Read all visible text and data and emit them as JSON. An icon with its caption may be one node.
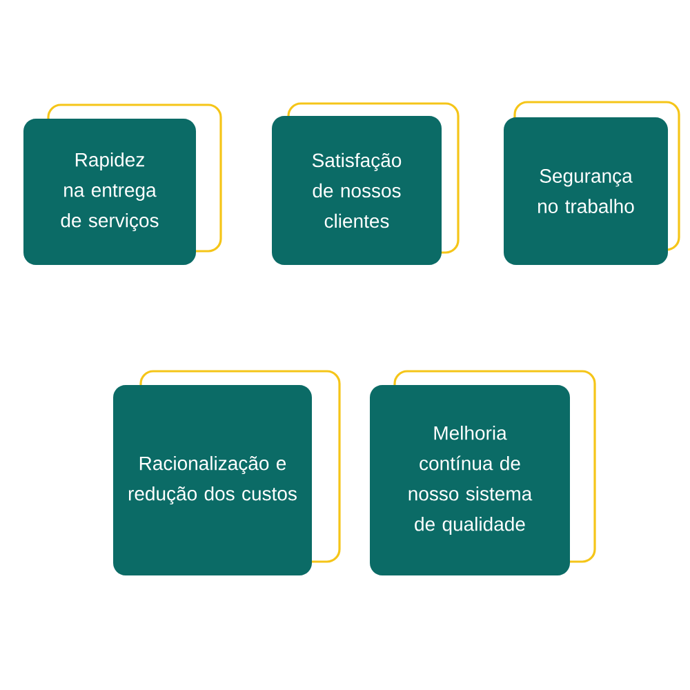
{
  "diagram": {
    "nodes": [
      {
        "text": [
          "Rapidez na entrega de serviços"
        ]
      },
      {
        "text": [
          "Satisfação de nossos clientes"
        ]
      },
      {
        "text": [
          "Segurança no trabalho"
        ]
      },
      {
        "text": [
          "Racionalização e redução dos custos"
        ]
      },
      {
        "text": [
          "Melhoria contínua de nosso sistema de qualidade"
        ]
      }
    ]
  }
}
